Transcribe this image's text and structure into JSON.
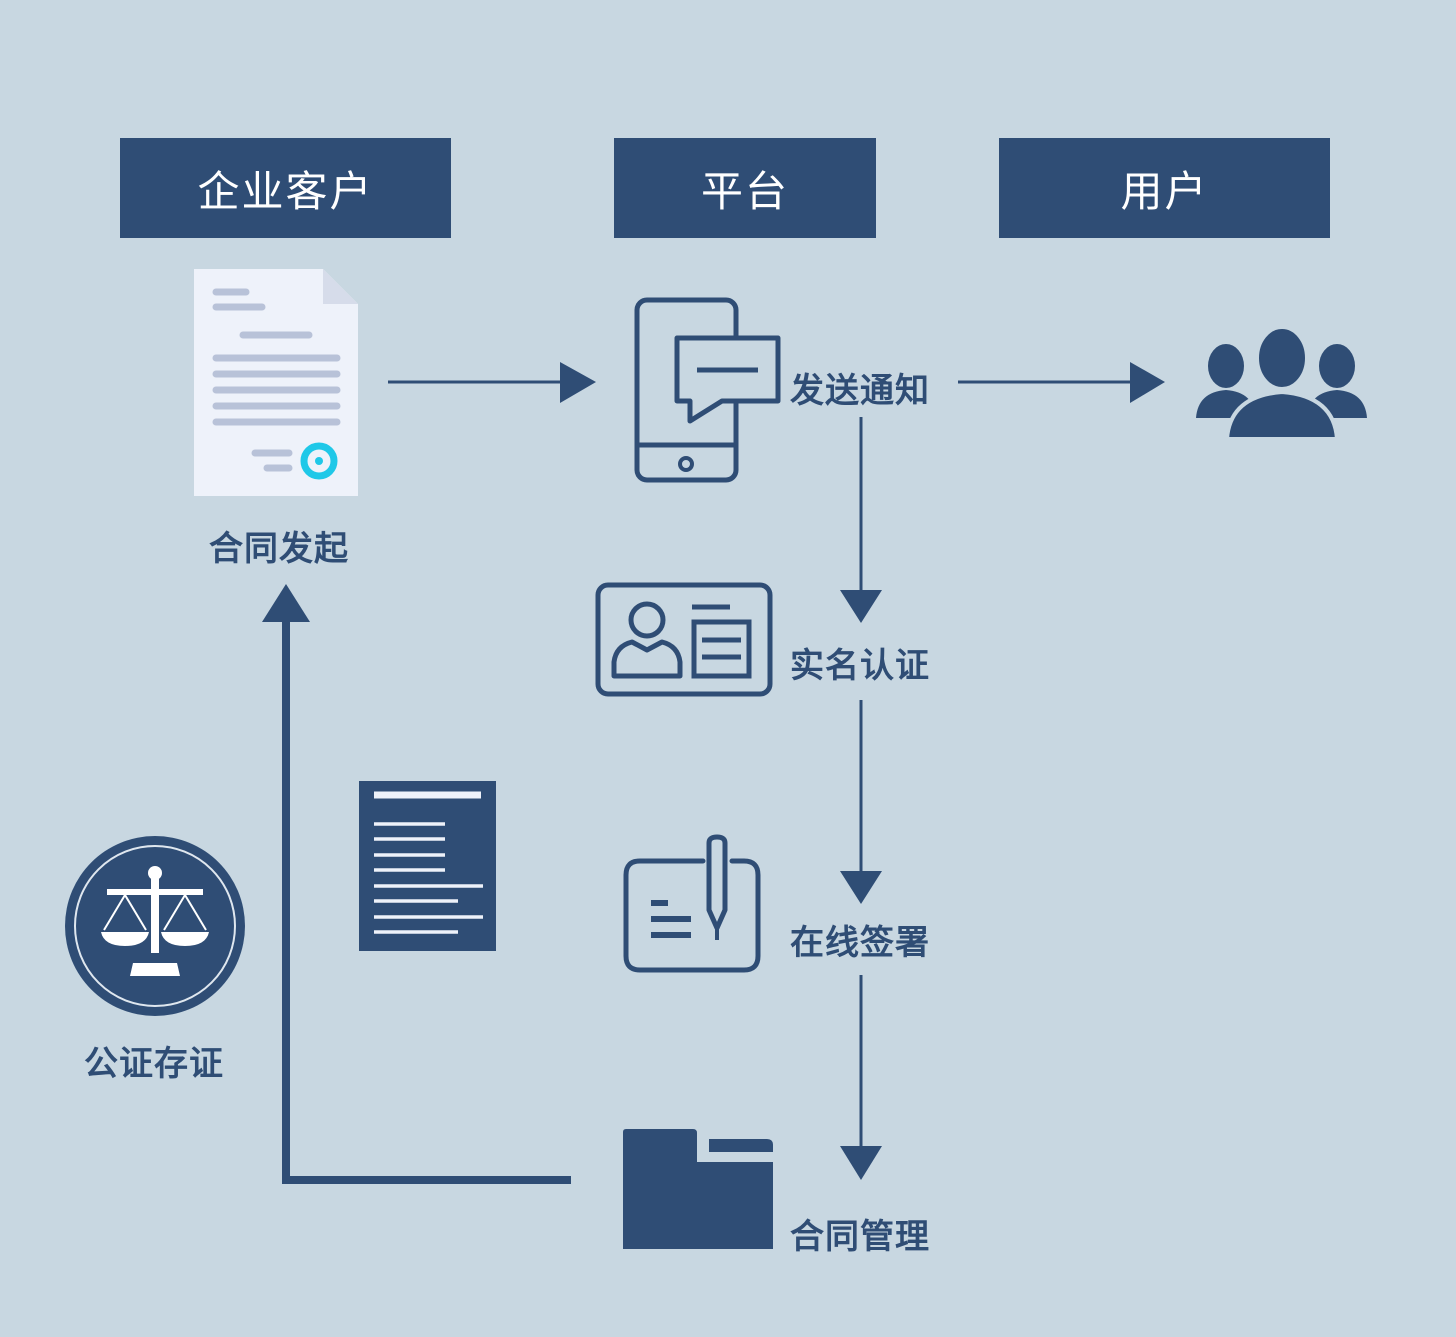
{
  "headers": {
    "enterprise": "企业客户",
    "platform": "平台",
    "user": "用户"
  },
  "steps": {
    "contract_initiation": "合同发起",
    "send_notification": "发送通知",
    "real_name_auth": "实名认证",
    "online_signing": "在线签署",
    "contract_management": "合同管理",
    "notarization": "公证存证"
  },
  "icons": {
    "contract": "contract-document-icon",
    "phone": "phone-message-icon",
    "users": "users-group-icon",
    "id_card": "id-card-icon",
    "sign": "sign-pen-icon",
    "folder": "folder-icon",
    "scales": "justice-scales-icon",
    "doc": "document-icon"
  },
  "colors": {
    "background": "#c8d7e1",
    "primary": "#2f4d75",
    "accent": "#1fc8e8",
    "paper": "#eef2fa",
    "paper_lines": "#b8c2d8"
  }
}
